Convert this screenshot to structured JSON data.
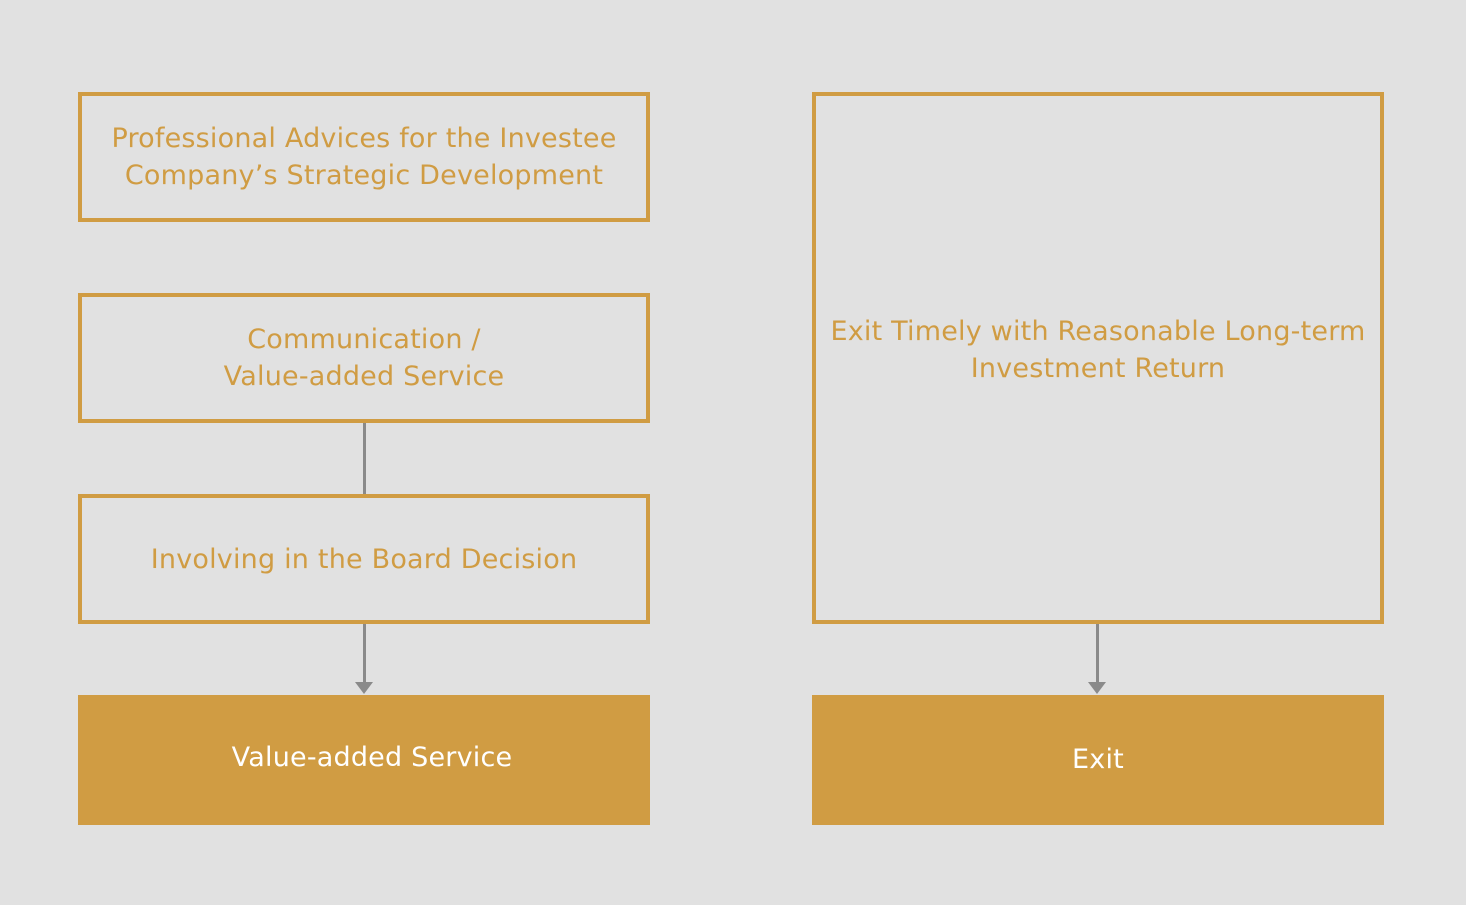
{
  "left_column": {
    "box_strategic": "Professional Advices for the Investee\nCompany’s Strategic Development",
    "box_communication": "Communication /\nValue-added Service",
    "box_board": "Involving in the Board Decision",
    "result_label": "Value-added Service"
  },
  "right_column": {
    "box_exit_timely": "Exit Timely with Reasonable Long-term\nInvestment Return",
    "result_label": "Exit"
  },
  "colors": {
    "background": "#e1e1e1",
    "accent": "#d09c43",
    "connector": "#8a8a8a",
    "filled_text": "#ffffff"
  }
}
